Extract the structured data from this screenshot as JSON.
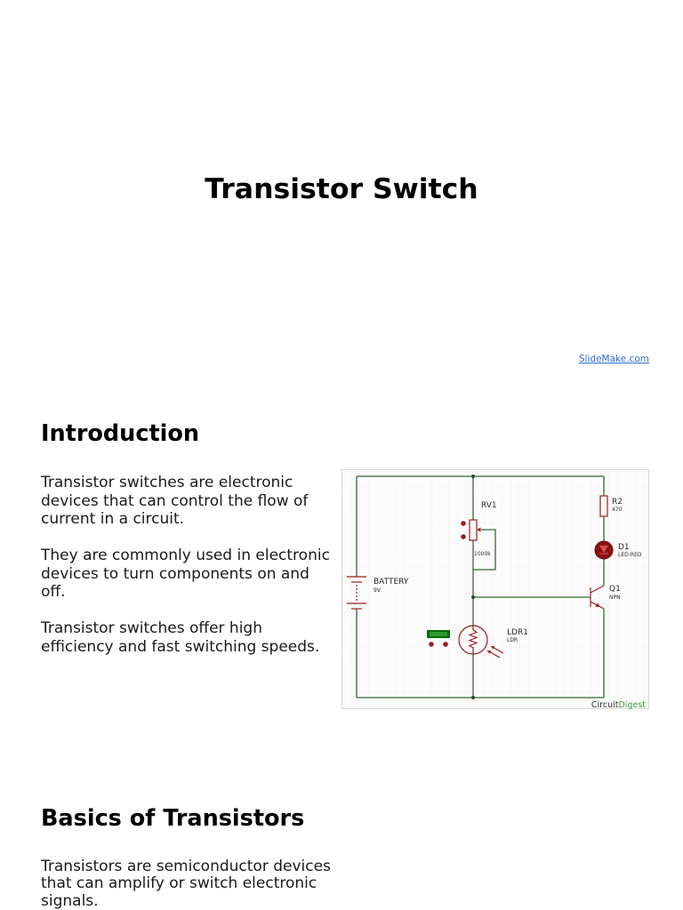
{
  "title_slide": {
    "title": "Transistor Switch",
    "credit_link": "SlideMake.com"
  },
  "intro": {
    "heading": "Introduction",
    "paragraphs": [
      [
        "Transistor switches are electronic",
        "devices that can control the flow of",
        "current in a circuit."
      ],
      [
        "They are commonly used in electronic",
        "devices to turn components on and",
        "off."
      ],
      [
        "Transistor switches offer high",
        "efficiency and fast switching speeds."
      ]
    ],
    "figure": {
      "battery": {
        "label": "BATTERY",
        "value": "9V"
      },
      "rv1": {
        "label": "RV1",
        "value": "1000k"
      },
      "r2": {
        "label": "R2",
        "value": "470"
      },
      "d1": {
        "label": "D1",
        "value": "LED-RED"
      },
      "q1": {
        "label": "Q1",
        "value": "NPN"
      },
      "ldr1": {
        "label": "LDR1",
        "value": "LDR"
      },
      "watermark": {
        "part1": "Circuit",
        "part2": "Digest"
      }
    }
  },
  "basics": {
    "heading": "Basics of Transistors",
    "paragraphs": [
      [
        "Transistors are semiconductor devices",
        "that can amplify or switch electronic",
        "signals."
      ]
    ]
  },
  "colors": {
    "text": "#1a1a1a",
    "link": "#2f6fd0",
    "wire": "#2e6b2e",
    "component": "#9b1c1c",
    "watermark_accent": "#3a9a3a"
  }
}
